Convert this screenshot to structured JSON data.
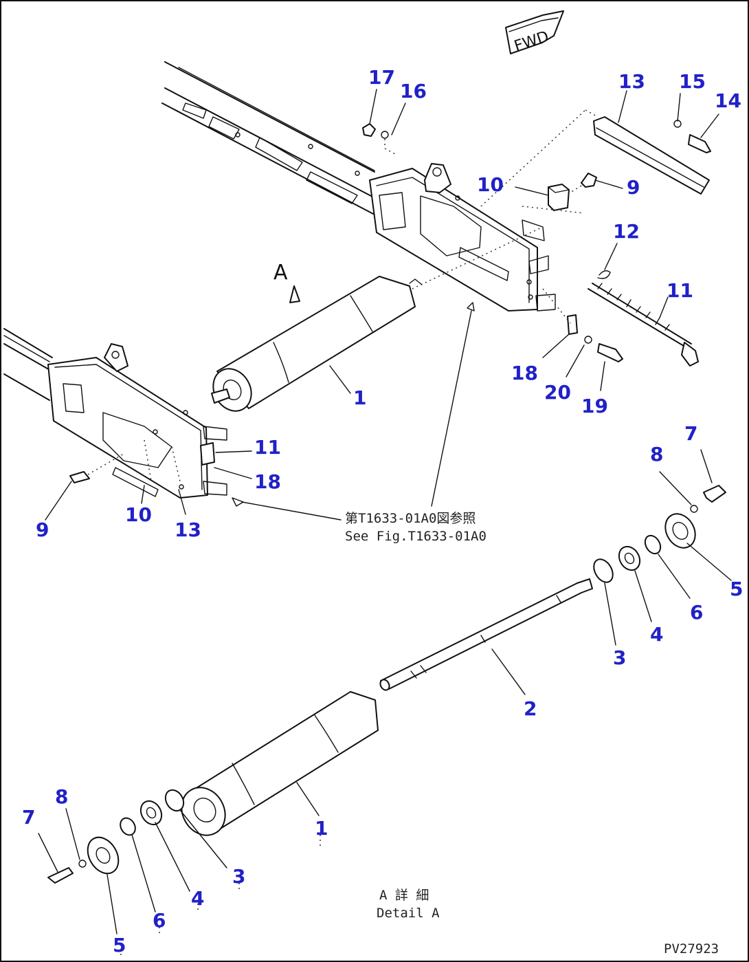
{
  "fwd_label": "FWD",
  "view_marker": "A",
  "reference_note": {
    "line1": "第T1633-01A0図参照",
    "line2": "See Fig.T1633-01A0"
  },
  "detail_caption": {
    "line1": "A 詳 細",
    "line2": "Detail A"
  },
  "drawing_code": "PV27923",
  "callouts": [
    {
      "id": "c17",
      "label": "17"
    },
    {
      "id": "c16",
      "label": "16"
    },
    {
      "id": "c13t",
      "label": "13"
    },
    {
      "id": "c15",
      "label": "15"
    },
    {
      "id": "c14",
      "label": "14"
    },
    {
      "id": "c10t",
      "label": "10"
    },
    {
      "id": "c9t",
      "label": "9"
    },
    {
      "id": "c12",
      "label": "12"
    },
    {
      "id": "c11t",
      "label": "11"
    },
    {
      "id": "c18t",
      "label": "18"
    },
    {
      "id": "c20",
      "label": "20"
    },
    {
      "id": "c19",
      "label": "19"
    },
    {
      "id": "c1t",
      "label": "1"
    },
    {
      "id": "c11l",
      "label": "11"
    },
    {
      "id": "c18l",
      "label": "18"
    },
    {
      "id": "c9l",
      "label": "9"
    },
    {
      "id": "c10l",
      "label": "10"
    },
    {
      "id": "c13l",
      "label": "13"
    },
    {
      "id": "c7r",
      "label": "7"
    },
    {
      "id": "c8r",
      "label": "8"
    },
    {
      "id": "c5r",
      "label": "5"
    },
    {
      "id": "c6r",
      "label": "6"
    },
    {
      "id": "c4r",
      "label": "4"
    },
    {
      "id": "c3r",
      "label": "3"
    },
    {
      "id": "c2",
      "label": "2"
    },
    {
      "id": "c1b",
      "label": "1"
    },
    {
      "id": "c7l",
      "label": "7"
    },
    {
      "id": "c8l",
      "label": "8"
    },
    {
      "id": "c3l",
      "label": "3"
    },
    {
      "id": "c4l",
      "label": "4"
    },
    {
      "id": "c6l",
      "label": "6"
    },
    {
      "id": "c5l",
      "label": "5"
    }
  ]
}
